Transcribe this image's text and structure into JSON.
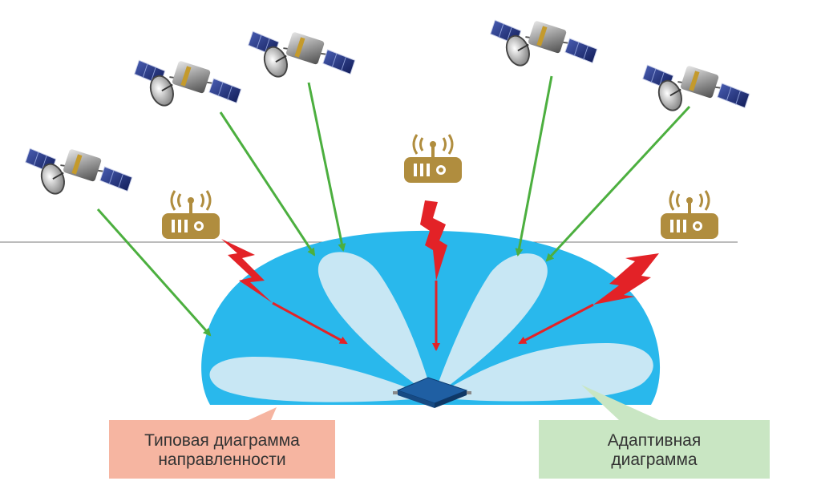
{
  "callouts": {
    "typical": {
      "line1": "Типовая диаграмма",
      "line2": "направленности",
      "color": "#f6b5a1"
    },
    "adaptive": {
      "line1": "Адаптивная",
      "line2": "диаграмма",
      "color": "#c9e6c3"
    }
  },
  "colors": {
    "pattern_outer": "#29b8ec",
    "pattern_lobes": "#c8e7f4",
    "signal_arrow": "#4caf3f",
    "jammer_arrow": "#e32227",
    "jammer_device": "#b08d3e",
    "antenna_chip": "#1f5fa3"
  },
  "icons": {
    "satellite": "satellite-icon",
    "jammer": "jammer-router-icon",
    "antenna": "antenna-chip-icon"
  }
}
